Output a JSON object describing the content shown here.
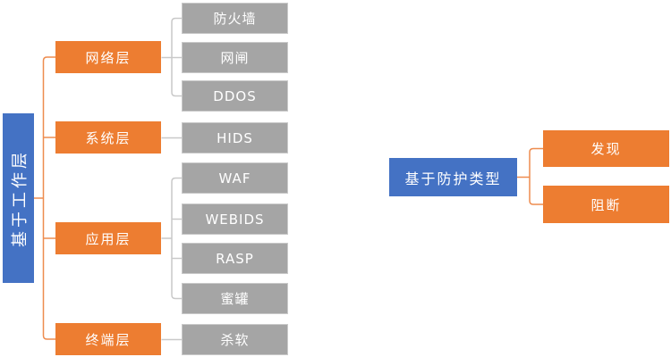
{
  "diagram": {
    "left_tree": {
      "root_label": "基于工作层",
      "branches": [
        {
          "label": "网络层",
          "children": [
            "防火墙",
            "网闸",
            "DDOS"
          ]
        },
        {
          "label": "系统层",
          "children": [
            "HIDS"
          ]
        },
        {
          "label": "应用层",
          "children": [
            "WAF",
            "WEBIDS",
            "RASP",
            "蜜罐"
          ]
        },
        {
          "label": "终端层",
          "children": [
            "杀软"
          ]
        }
      ]
    },
    "right_tree": {
      "root_label": "基于防护类型",
      "branches": [
        {
          "label": "发现"
        },
        {
          "label": "阻断"
        }
      ]
    },
    "colors": {
      "root_fill": "#4472C4",
      "branch_fill": "#ED7D31",
      "leaf_fill": "#A5A5A5",
      "connector_orange": "#EE8C4F",
      "connector_gray": "#C9C9C9",
      "text": "#FFFFFF"
    }
  }
}
